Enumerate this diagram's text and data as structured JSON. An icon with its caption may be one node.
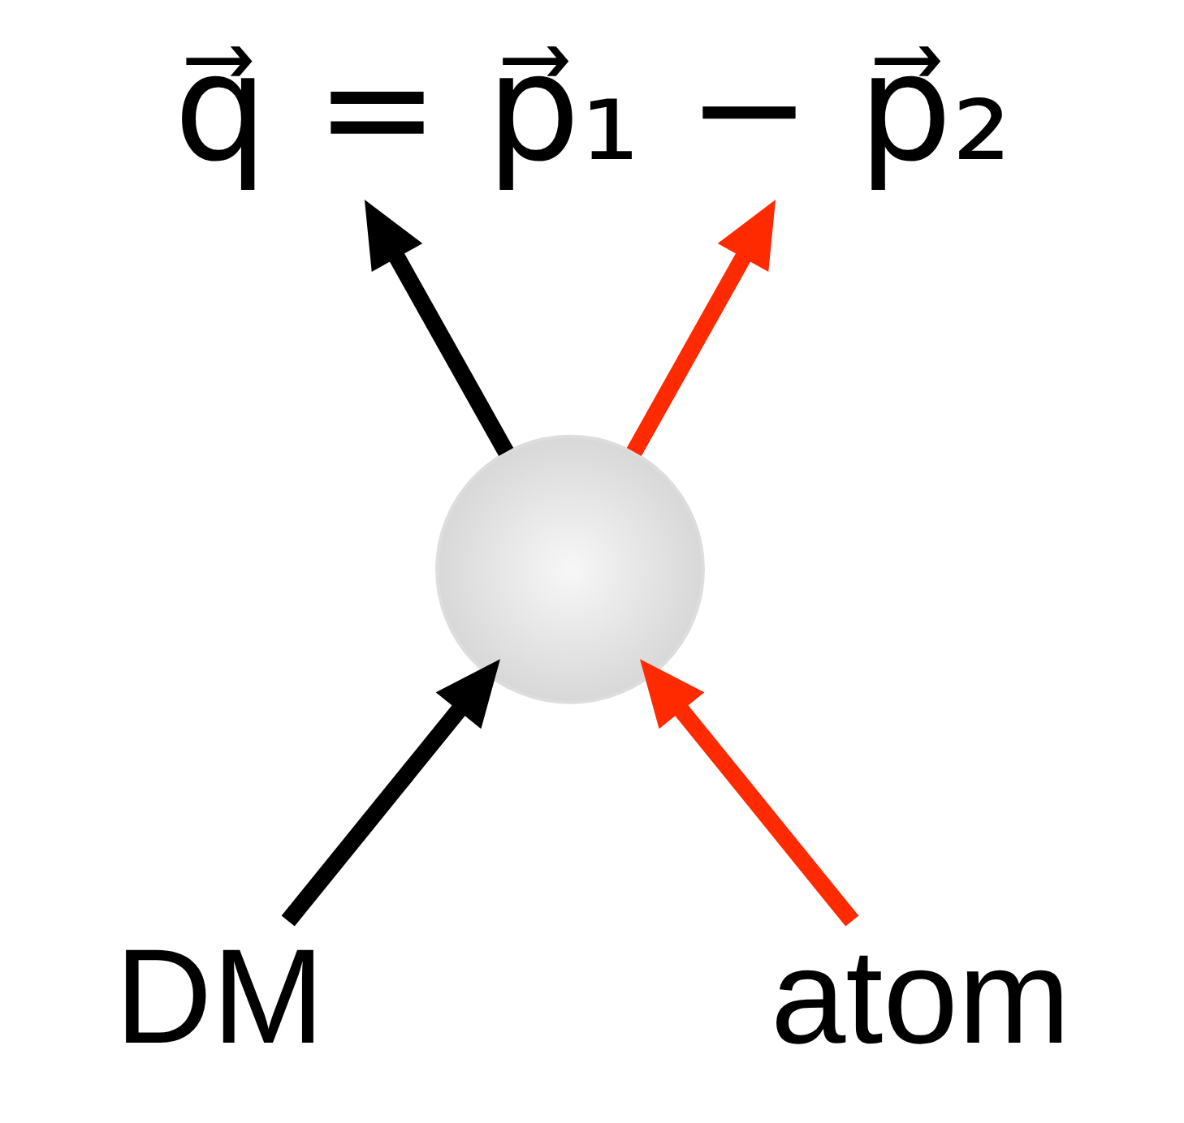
{
  "diagram": {
    "title": "q⃗ = p⃗₁ − p⃗₂",
    "nodes": [
      {
        "text": [],
        "shape": "circle"
      },
      {
        "text": [
          "DM"
        ]
      },
      {
        "text": [
          "atom"
        ]
      }
    ],
    "edges": [
      {
        "from": 0,
        "to": null,
        "arrow": "to"
      },
      {
        "from": 0,
        "to": null,
        "arrow": "to",
        "color": "#ff2a00"
      },
      {
        "from": 1,
        "to": 0,
        "arrow": "to"
      },
      {
        "from": 2,
        "to": 0,
        "arrow": "to",
        "color": "#ff2a00"
      }
    ]
  }
}
